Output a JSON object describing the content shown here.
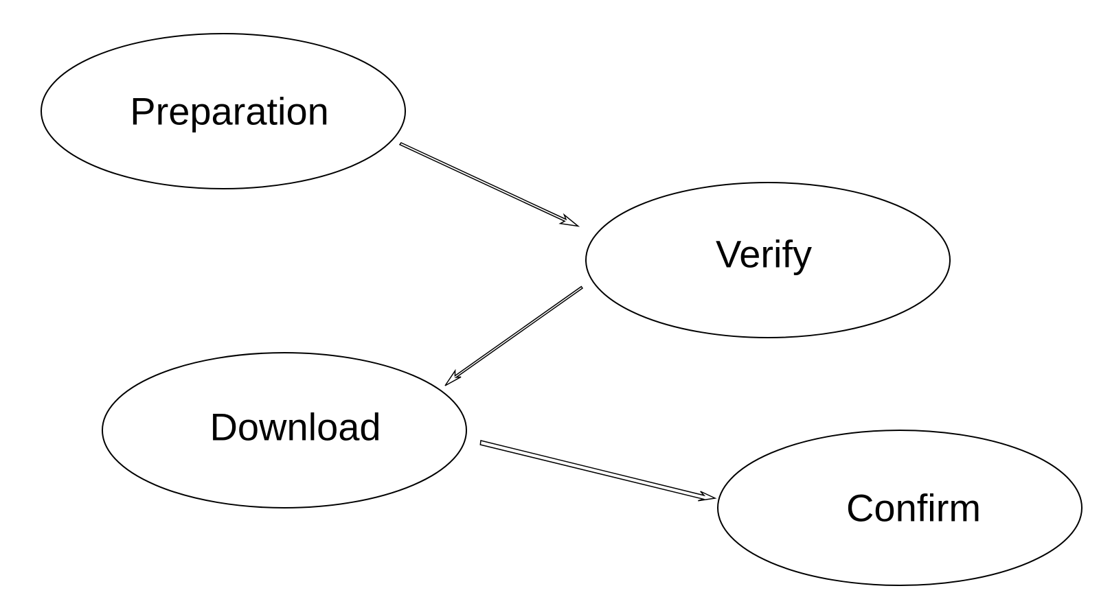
{
  "diagram": {
    "type": "flow",
    "nodes": [
      {
        "id": "preparation",
        "label": "Preparation"
      },
      {
        "id": "verify",
        "label": "Verify"
      },
      {
        "id": "download",
        "label": "Download"
      },
      {
        "id": "confirm",
        "label": "Confirm"
      }
    ],
    "edges": [
      {
        "from": "preparation",
        "to": "verify"
      },
      {
        "from": "verify",
        "to": "download"
      },
      {
        "from": "download",
        "to": "confirm"
      }
    ]
  },
  "colors": {
    "background": "#ffffff",
    "stroke": "#000000",
    "text": "#000000"
  }
}
